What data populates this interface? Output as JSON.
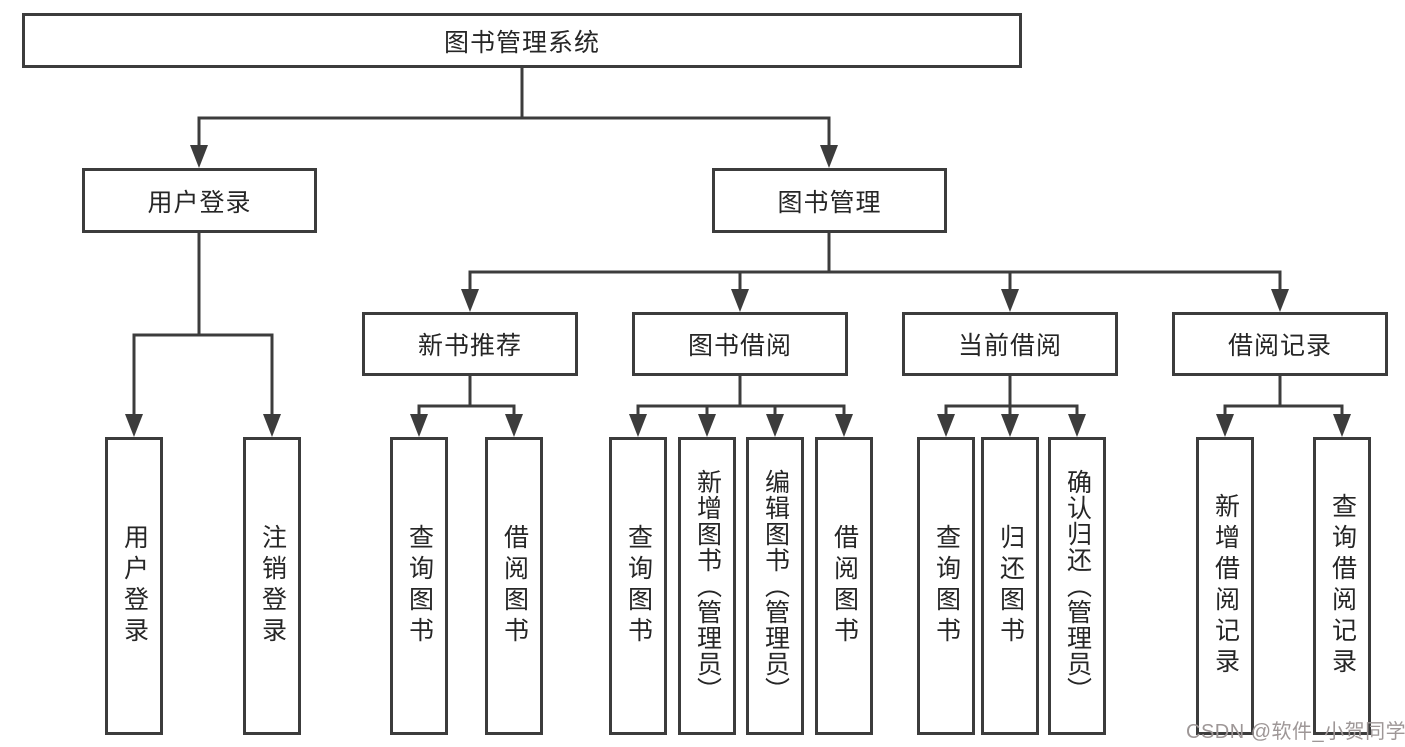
{
  "diagram": {
    "root": "图书管理系统",
    "branches": [
      {
        "label": "用户登录",
        "leaves": [
          "用户登录",
          "注销登录"
        ]
      },
      {
        "label": "图书管理",
        "sections": [
          {
            "label": "新书推荐",
            "leaves": [
              "查询图书",
              "借阅图书"
            ]
          },
          {
            "label": "图书借阅",
            "leaves": [
              "查询图书",
              "新增图书（管理员）",
              "编辑图书（管理员）",
              "借阅图书"
            ]
          },
          {
            "label": "当前借阅",
            "leaves": [
              "查询图书",
              "归还图书",
              "确认归还（管理员）"
            ]
          },
          {
            "label": "借阅记录",
            "leaves": [
              "新增借阅记录",
              "查询借阅记录"
            ]
          }
        ]
      }
    ],
    "watermark": "CSDN @软件_小贺同学",
    "colors": {
      "line": "#3c3c3c",
      "box_border": "#3c3c3c",
      "box_fill": "#ffffff",
      "text": "#262626",
      "watermark": "#9e9797",
      "background": "#ffffff"
    }
  }
}
